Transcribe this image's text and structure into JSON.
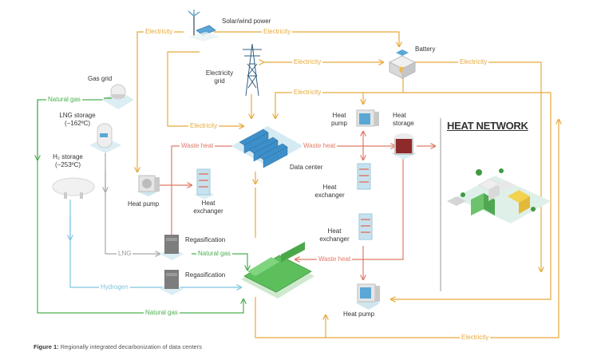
{
  "caption": {
    "prefix": "Figure 1:",
    "text": "Regionally integrated decarbonization of data centers"
  },
  "heat_network": "HEAT NETWORK",
  "labels": {
    "solar_wind": "Solar/wind power",
    "battery": "Battery",
    "electricity_grid_1": "Electricity",
    "electricity_grid_2": "grid",
    "gas_grid": "Gas grid",
    "lng_storage_1": "LNG storage",
    "lng_storage_2": "(−162ºC)",
    "h2_storage_1": "H₂ storage",
    "h2_storage_2": "(−253ºC)",
    "data_center": "Data center",
    "heat_pump_left": "Heat pump",
    "heat_exchanger_left_1": "Heat",
    "heat_exchanger_left_2": "exchanger",
    "heat_pump_top_1": "Heat",
    "heat_pump_top_2": "pump",
    "heat_storage_1": "Heat",
    "heat_storage_2": "storage",
    "heat_exchanger_mid_1": "Heat",
    "heat_exchanger_mid_2": "exchanger",
    "heat_exchanger_low_1": "Heat",
    "heat_exchanger_low_2": "exchanger",
    "regasification_1": "Regasification",
    "regasification_2": "Regasification",
    "heat_pump_bottom": "Heat pump"
  },
  "flows": {
    "elec_top_left": "Electricity",
    "elec_top_right": "Electricity",
    "elec_grid_battery": "Electricity",
    "elec_right": "Electricity",
    "elec_mid": "Electricity",
    "elec_to_dc": "Electricity",
    "elec_bottom": "Electricity",
    "waste_left": "Waste heat",
    "waste_right": "Waste heat",
    "waste_bottom": "Waste heat",
    "gas_left": "Natural gas",
    "gas_regas": "Natural gas",
    "gas_bottom": "Natural gas",
    "lng": "LNG",
    "hydrogen": "Hydrogen"
  },
  "colors": {
    "electricity": "#e8a93a",
    "waste_heat": "#e07a68",
    "natural_gas": "#4caf50",
    "lng": "#a8a8a8",
    "hydrogen": "#7ec4df"
  }
}
